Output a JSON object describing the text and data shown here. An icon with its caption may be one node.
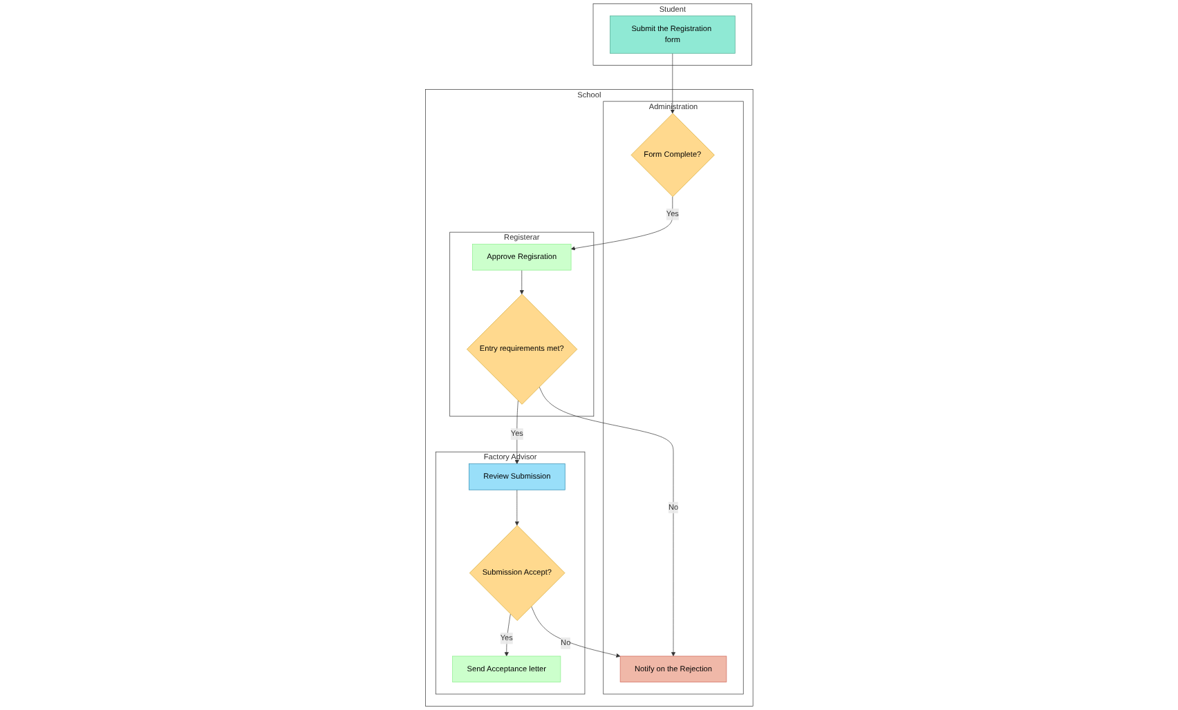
{
  "diagram": {
    "nodes": [
      {
        "text": [
          "Student"
        ]
      },
      {
        "text": [
          "Submit the Registration form"
        ],
        "in": 0
      },
      {
        "text": [
          "School"
        ]
      },
      {
        "text": [
          "Administration"
        ],
        "in": 2
      },
      {
        "text": [
          "Form Complete?"
        ],
        "in": 3
      },
      {
        "text": [
          "Notify on the Rejection"
        ],
        "in": 3
      },
      {
        "text": [
          "Registerar"
        ],
        "in": 2
      },
      {
        "text": [
          "Approve Regisration"
        ],
        "in": 6
      },
      {
        "text": [
          "Entry requirements met?"
        ],
        "in": 6
      },
      {
        "text": [
          "Factory Advisor"
        ],
        "in": 2
      },
      {
        "text": [
          "Review Submission"
        ],
        "in": 9
      },
      {
        "text": [
          "Submission Accept?"
        ],
        "in": 9
      },
      {
        "text": [
          "Send Acceptance letter"
        ],
        "in": 9
      }
    ],
    "edges": [
      {
        "from": 1,
        "to": 4,
        "arrow": "to"
      },
      {
        "from": 4,
        "to": 7,
        "arrow": "to",
        "label": "Yes"
      },
      {
        "from": 7,
        "to": 8,
        "arrow": "to"
      },
      {
        "from": 8,
        "to": 5,
        "arrow": "to",
        "label": "No"
      },
      {
        "from": 8,
        "to": 10,
        "arrow": "to",
        "label": "Yes"
      },
      {
        "from": 10,
        "to": 11,
        "arrow": "to"
      },
      {
        "from": 11,
        "to": 12,
        "arrow": "to",
        "label": "Yes"
      },
      {
        "from": 11,
        "to": 5,
        "arrow": "to",
        "label": "No"
      }
    ]
  }
}
